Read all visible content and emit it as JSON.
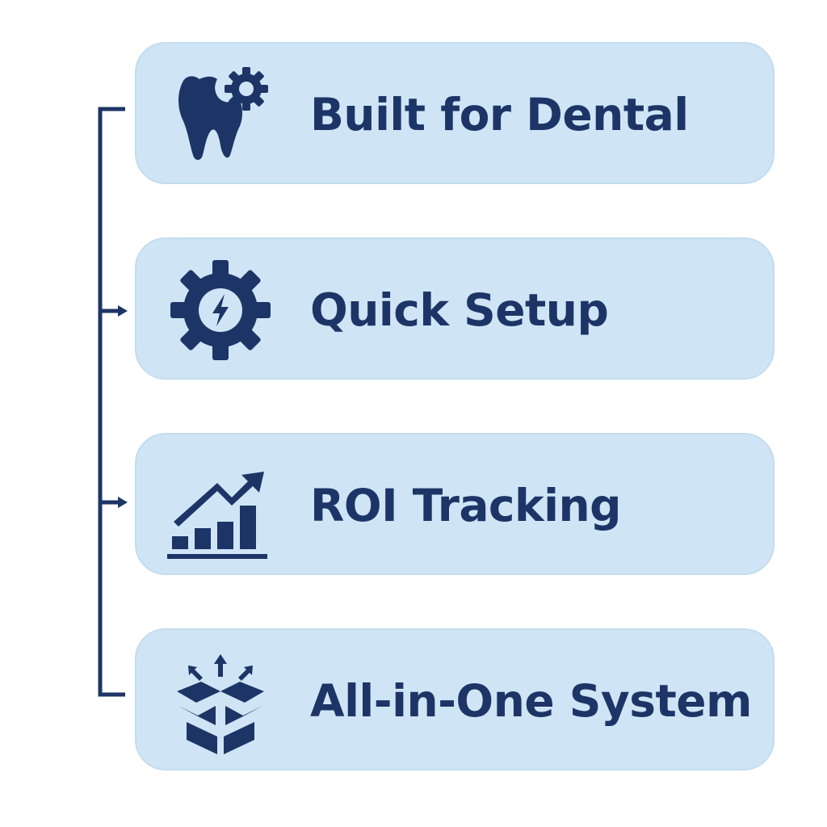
{
  "colors": {
    "card_background": "#cfe5f6",
    "card_border": "#c3dcef",
    "accent": "#1d3566",
    "background": "#ffffff"
  },
  "items": [
    {
      "label": "Built for Dental",
      "icon": "tooth-gear-icon"
    },
    {
      "label": "Quick Setup",
      "icon": "gear-lightning-icon"
    },
    {
      "label": "ROI Tracking",
      "icon": "growth-chart-icon"
    },
    {
      "label": "All-in-One System",
      "icon": "open-box-icon"
    }
  ]
}
